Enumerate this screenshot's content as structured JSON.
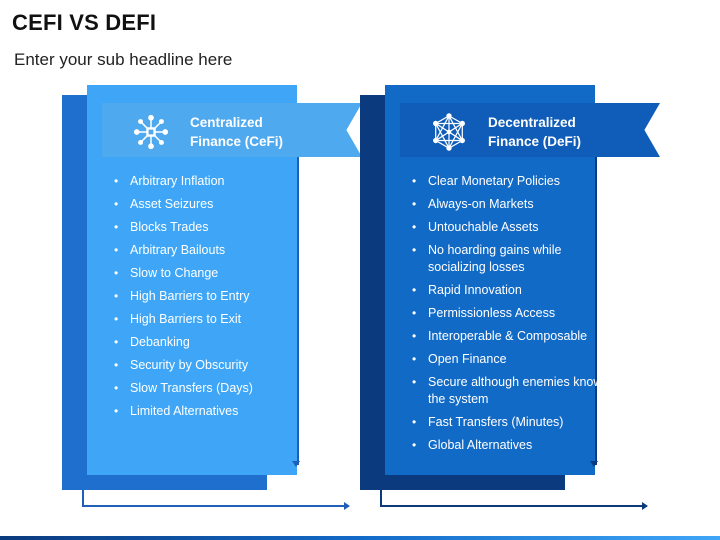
{
  "header": {
    "title": "CEFI VS DEFI",
    "subtitle": "Enter your sub headline here"
  },
  "cefi": {
    "heading_line1": "Centralized",
    "heading_line2": "Finance (CeFi)",
    "icon": "centralized-network-icon",
    "items": [
      "Arbitrary Inflation",
      "Asset Seizures",
      "Blocks Trades",
      "Arbitrary Bailouts",
      "Slow to Change",
      "High Barriers to Entry",
      "High Barriers to Exit",
      "Debanking",
      "Security by Obscurity",
      "Slow Transfers (Days)",
      "Limited Alternatives"
    ]
  },
  "defi": {
    "heading_line1": "Decentralized",
    "heading_line2": "Finance (DeFi)",
    "icon": "decentralized-network-icon",
    "items": [
      "Clear Monetary Policies",
      "Always-on Markets",
      "Untouchable Assets",
      "No hoarding gains while socializing losses",
      "Rapid Innovation",
      "Permissionless Access",
      "Interoperable & Composable",
      "Open Finance",
      "Secure although enemies know the system",
      "Fast Transfers (Minutes)",
      "Global Alternatives"
    ]
  },
  "colors": {
    "cefi_light": "#3fa6f7",
    "cefi_dark": "#1f6fcf",
    "defi_light": "#126ac7",
    "defi_dark": "#0b3a7e"
  }
}
